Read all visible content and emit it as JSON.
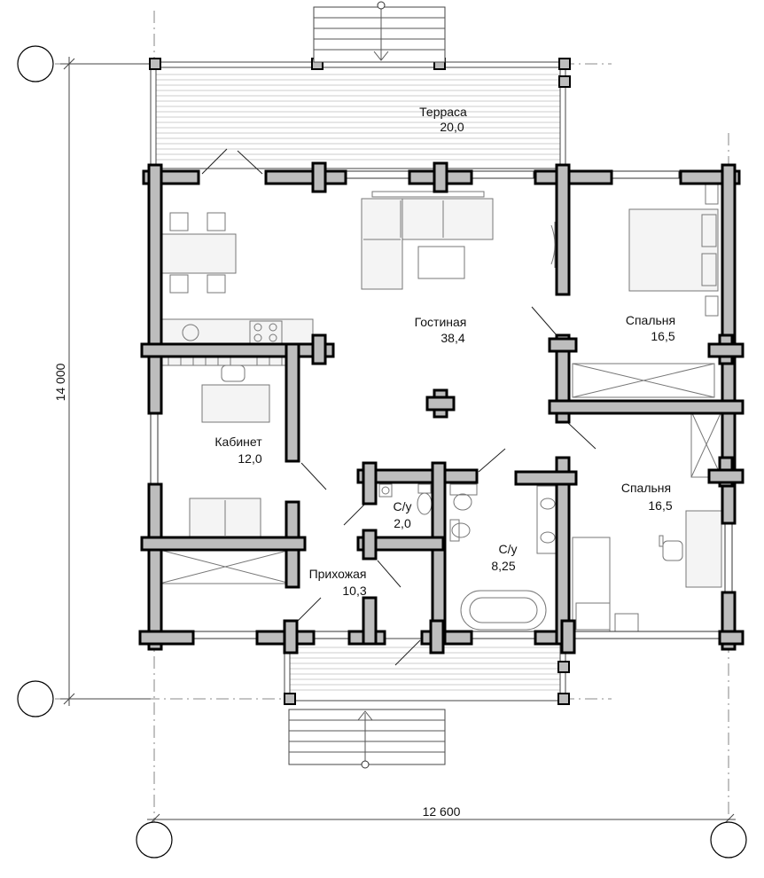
{
  "rooms": {
    "terrace": {
      "name": "Терраса",
      "area": "20,0"
    },
    "living": {
      "name": "Гостиная",
      "area": "38,4"
    },
    "bedroom_top": {
      "name": "Спальня",
      "area": "16,5"
    },
    "bedroom_bottom": {
      "name": "Спальня",
      "area": "16,5"
    },
    "office": {
      "name": "Кабинет",
      "area": "12,0"
    },
    "wc": {
      "name": "С/у",
      "area": "2,0"
    },
    "bathroom": {
      "name": "С/у",
      "area": "8,25"
    },
    "hall": {
      "name": "Прихожая",
      "area": "10,3"
    }
  },
  "dimensions": {
    "height": "14 000",
    "width": "12 600"
  },
  "colors": {
    "wall_fill": "#bdbdbd",
    "wall_stroke": "#000000",
    "furniture": "#777777"
  }
}
